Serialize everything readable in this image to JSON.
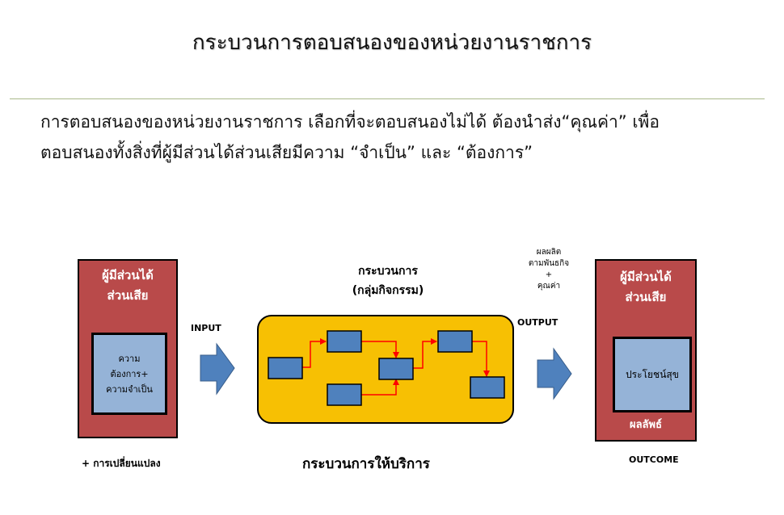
{
  "title": "กระบวนการตอบสนองของหน่วยงานราชการ",
  "body": {
    "line1": "การตอบสนองของหน่วยงานราชการ เลือกที่จะตอบสนองไม่ได้ ต้องนำส่ง“คุณค่า” เพื่อ",
    "line2": "ตอบสนองทั้งสิ่งที่ผู้มีส่วนได้ส่วนเสียมีความ “จำเป็น” และ “ต้องการ”"
  },
  "left_box": {
    "title_line1": "ผู้มีส่วนได้",
    "title_line2": "ส่วนเสีย",
    "inner_line1": "ความ",
    "inner_line2": "ต้องการ+",
    "inner_line3": "ความจำเป็น",
    "below": "+ การเปลี่ยนแปลง"
  },
  "input_label": "INPUT",
  "process": {
    "title_line1": "กระบวนการ",
    "title_line2": "(กลุ่มกิจกรรม)",
    "service_label": "กระบวนการให้บริการ"
  },
  "output_label": "OUTPUT",
  "product_note": {
    "line1": "ผลผลิต",
    "line2": "ตามพันธกิจ",
    "line3": "+",
    "line4": "คุณค่า"
  },
  "right_box": {
    "title_line1": "ผู้มีส่วนได้",
    "title_line2": "ส่วนเสีย",
    "inner": "ประโยชน์สุข",
    "result": "ผลลัพธ์",
    "below": "OUTCOME"
  },
  "colors": {
    "stakeholder_fill": "#b94a4a",
    "inner_fill": "#95b3d7",
    "process_fill": "#f7c003",
    "activity_fill": "#4f81bd",
    "flow_arrow": "#ff0000",
    "block_arrow": "#4f81bd"
  }
}
